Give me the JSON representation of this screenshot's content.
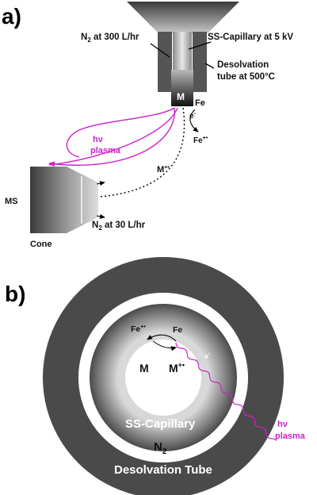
{
  "panel_a": {
    "panel_label": "a)",
    "n2_top": {
      "base": "N",
      "sub": "2",
      "rest": " at 300 L/hr"
    },
    "capillary": "SS-Capillary at 5 kV",
    "desolvation_line1": "Desolvation",
    "desolvation_line2": "tube at 500°C",
    "m_label": "M",
    "fe": "Fe",
    "electron": {
      "base": "e",
      "sup": "-"
    },
    "fe_plus": {
      "base": "Fe",
      "sup": "+•"
    },
    "m_plus": {
      "base": "M",
      "sup": "+•"
    },
    "hv": "hν",
    "plasma": "plasma",
    "ms": "MS",
    "cone": "Cone",
    "n2_bottom": {
      "base": "N",
      "sub": "2",
      "rest": " at 30 L/hr"
    }
  },
  "panel_b": {
    "panel_label": "b)",
    "fe_plus": {
      "base": "Fe",
      "sup": "+•"
    },
    "fe": "Fe",
    "electron": {
      "base": "e",
      "sup": "-"
    },
    "m": "M",
    "m_plus": {
      "base": "M",
      "sup": "+•"
    },
    "capillary": "SS-Capillary",
    "n2": {
      "base": "N",
      "sub": "2"
    },
    "desolvation": "Desolvation Tube",
    "hv": "hν",
    "plasma": "plasma"
  },
  "colors": {
    "plasma": "#cc22cc",
    "dark_gray": "#555555",
    "outer_ring": "#4a4a4a"
  }
}
